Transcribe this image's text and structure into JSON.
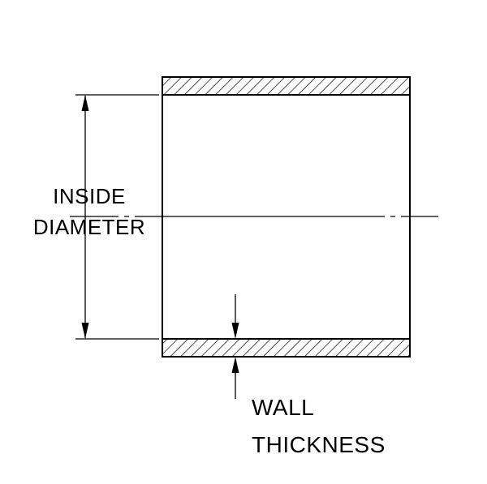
{
  "diagram": {
    "colors": {
      "ink": "#000000",
      "background": "#ffffff"
    },
    "labels": {
      "inside_diameter": {
        "line1": "INSIDE",
        "line2": "DIAMETER"
      },
      "wall_thickness": {
        "line1": "WALL",
        "line2": "THICKNESS"
      }
    }
  }
}
